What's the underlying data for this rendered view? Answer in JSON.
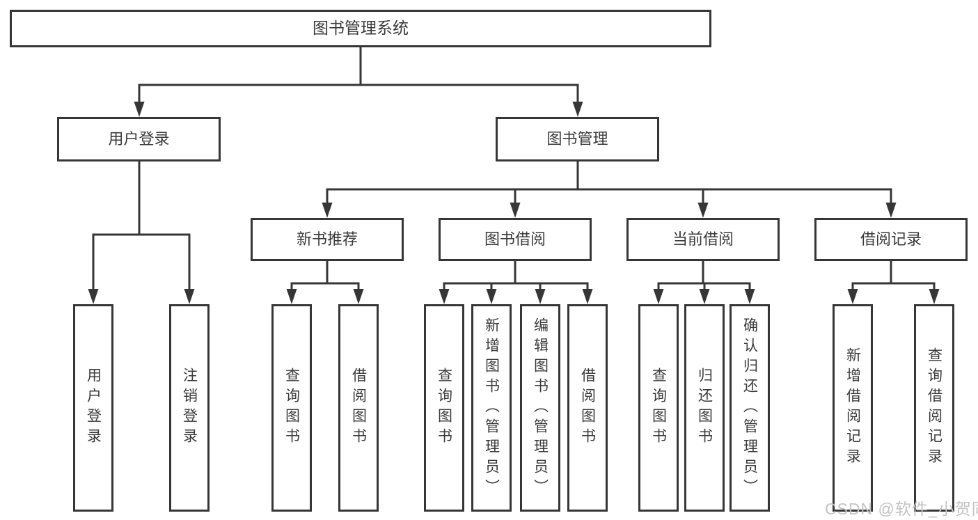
{
  "diagram_title": "图书管理系统",
  "nodes": {
    "root": "图书管理系统",
    "level2": [
      {
        "label": "用户登录"
      },
      {
        "label": "图书管理"
      }
    ],
    "level3": [
      {
        "label": "新书推荐"
      },
      {
        "label": "图书借阅"
      },
      {
        "label": "当前借阅"
      },
      {
        "label": "借阅记录"
      }
    ],
    "level4": [
      {
        "label": "用户登录",
        "parent": "用户登录"
      },
      {
        "label": "注销登录",
        "parent": "用户登录"
      },
      {
        "label": "查询图书",
        "parent": "新书推荐"
      },
      {
        "label": "借阅图书",
        "parent": "新书推荐"
      },
      {
        "label": "查询图书",
        "parent": "图书借阅"
      },
      {
        "label": "新增图书（管理员）",
        "parent": "图书借阅"
      },
      {
        "label": "编辑图书（管理员）",
        "parent": "图书借阅"
      },
      {
        "label": "借阅图书",
        "parent": "图书借阅"
      },
      {
        "label": "查询图书",
        "parent": "当前借阅"
      },
      {
        "label": "归还图书",
        "parent": "当前借阅"
      },
      {
        "label": "确认归还（管理员）",
        "parent": "当前借阅"
      },
      {
        "label": "新增借阅记录",
        "parent": "借阅记录"
      },
      {
        "label": "查询借阅记录",
        "parent": "借阅记录"
      }
    ]
  },
  "watermark": "CSDN @软件_小贺同学",
  "colors": {
    "line": "#363636",
    "box_border": "#363636",
    "box_fill": "#ffffff",
    "text": "#3a3a3a",
    "watermark": "#c4c4c4",
    "background": "#ffffff"
  }
}
